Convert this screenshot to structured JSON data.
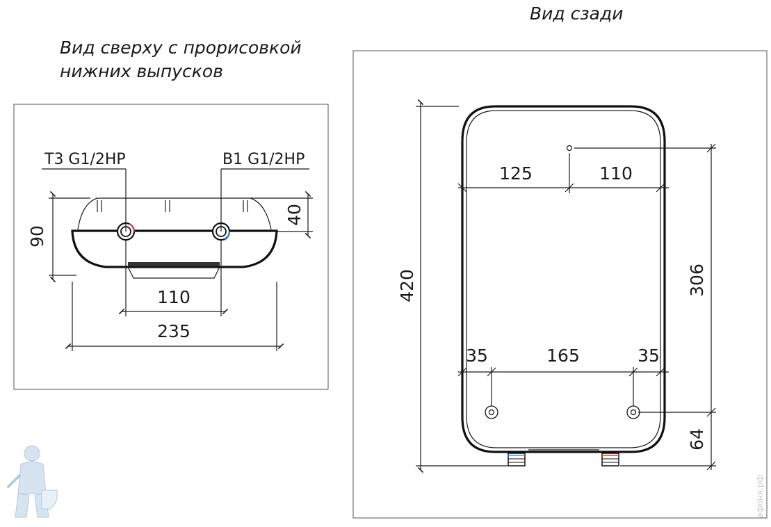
{
  "titles": {
    "rear": "Вид сзади",
    "top_line1": "Вид сверху с прорисовкой",
    "top_line2": "нижних выпусков"
  },
  "top_view": {
    "outlet_hot_label": "Т3 G1/2HP",
    "outlet_cold_label": "В1 G1/2HP",
    "dim_height": "90",
    "dim_depth_small": "40",
    "dim_outlet_spacing": "110",
    "dim_width": "235"
  },
  "rear_view": {
    "dim_total_height": "420",
    "dim_left_to_hole": "125",
    "dim_hole_to_right": "110",
    "dim_hole_to_mounts": "306",
    "dim_mount_left_offset": "35",
    "dim_mount_spacing": "165",
    "dim_mount_right_offset": "35",
    "dim_mounts_to_bottom": "64"
  },
  "watermark": "афоня.рф",
  "colors": {
    "hot": "#e23b3b",
    "cold": "#3b8fe2",
    "line": "#1a1a1a",
    "mascot": "#cfe0ef"
  }
}
